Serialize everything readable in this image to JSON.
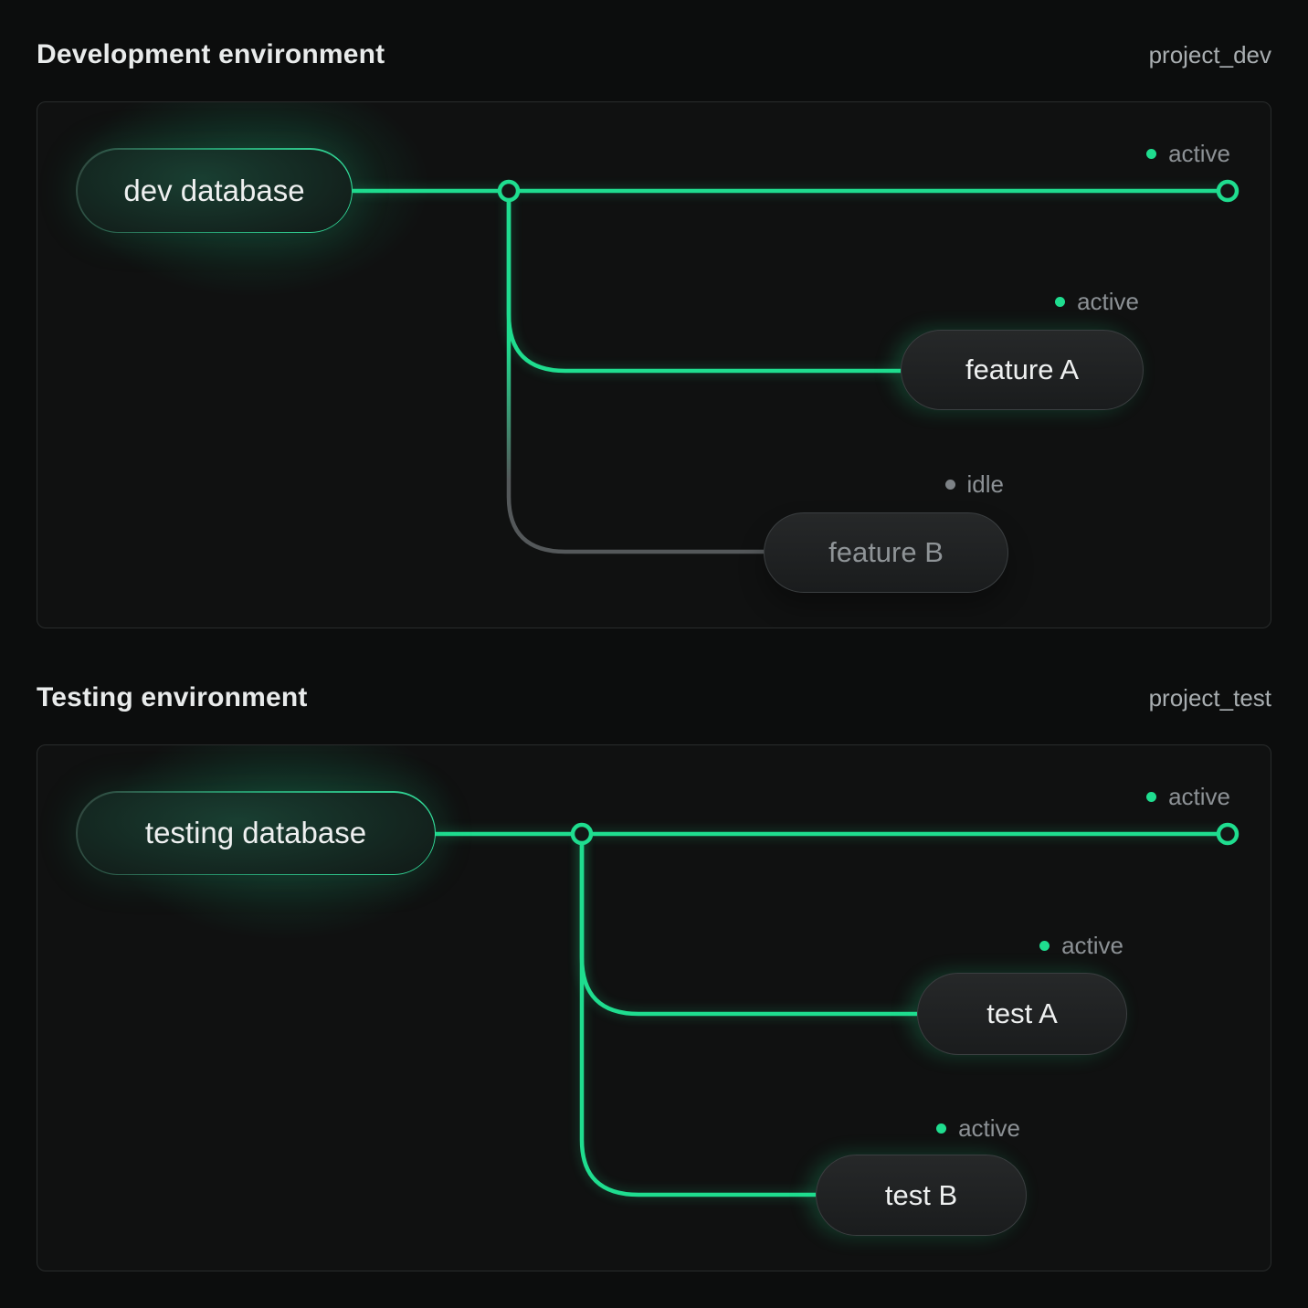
{
  "colors": {
    "accent": "#1fdd8f",
    "idle_line": "#54585a",
    "idle_dot": "#7d8286",
    "status_text": "#8c9195",
    "title_text": "#e9ebeb",
    "project_text": "#a9aeb1",
    "page_bg": "#0c0d0d",
    "panel_bg": "#101111",
    "panel_border": "#292c2c",
    "pill_border": "#3b3f41",
    "active_text": "#eef0f0",
    "idle_pill_text": "#8f9497"
  },
  "sections": [
    {
      "title": "Development environment",
      "project": "project_dev",
      "root_label": "dev database",
      "main_status": "active",
      "branches": [
        {
          "label": "feature A",
          "status": "active"
        },
        {
          "label": "feature B",
          "status": "idle"
        }
      ]
    },
    {
      "title": "Testing environment",
      "project": "project_test",
      "root_label": "testing database",
      "main_status": "active",
      "branches": [
        {
          "label": "test A",
          "status": "active"
        },
        {
          "label": "test B",
          "status": "active"
        }
      ]
    }
  ]
}
